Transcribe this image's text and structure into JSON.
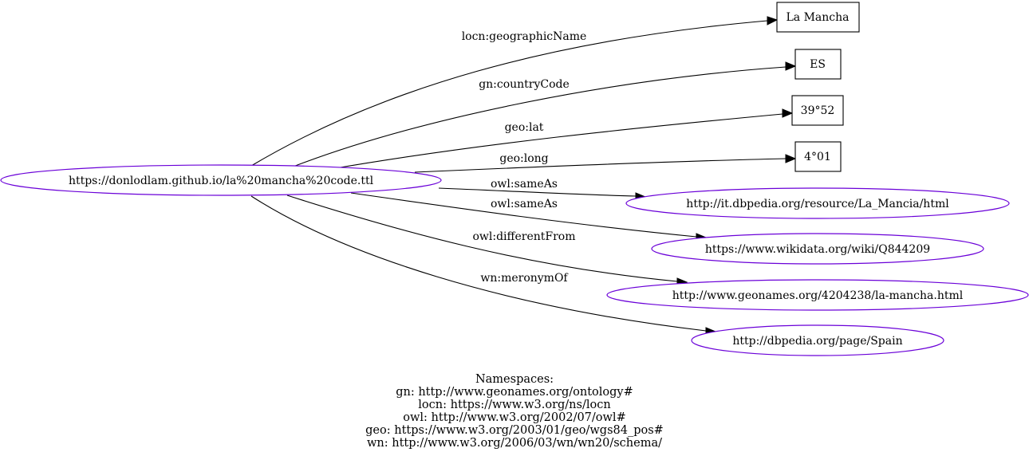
{
  "graph": {
    "subject": {
      "label": "https://donlodlam.github.io/la%20mancha%20code.ttl",
      "shape": "ellipse",
      "border_color": "#6a00d8"
    },
    "edges": [
      {
        "predicate": "locn:geographicName",
        "object": "La Mancha",
        "object_shape": "box"
      },
      {
        "predicate": "gn:countryCode",
        "object": "ES",
        "object_shape": "box"
      },
      {
        "predicate": "geo:lat",
        "object": "39°52",
        "object_shape": "box"
      },
      {
        "predicate": "geo:long",
        "object": "4°01",
        "object_shape": "box"
      },
      {
        "predicate": "owl:sameAs",
        "object": "http://it.dbpedia.org/resource/La_Mancia/html",
        "object_shape": "ellipse"
      },
      {
        "predicate": "owl:sameAs",
        "object": "https://www.wikidata.org/wiki/Q844209",
        "object_shape": "ellipse"
      },
      {
        "predicate": "owl:differentFrom",
        "object": "http://www.geonames.org/4204238/la-mancha.html",
        "object_shape": "ellipse"
      },
      {
        "predicate": "wn:meronymOf",
        "object": "http://dbpedia.org/page/Spain",
        "object_shape": "ellipse"
      }
    ]
  },
  "namespaces": {
    "title": "Namespaces:",
    "lines": [
      "gn: http://www.geonames.org/ontology#",
      "locn: https://www.w3.org/ns/locn",
      "owl: http://www.w3.org/2002/07/owl#",
      "geo: https://www.w3.org/2003/01/geo/wgs84_pos#",
      "wn: http://www.w3.org/2006/03/wn/wn20/schema/"
    ]
  }
}
